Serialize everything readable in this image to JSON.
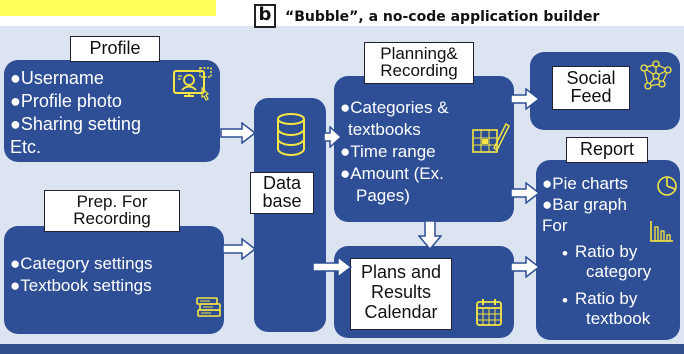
{
  "logo": "b",
  "headline": "“Bubble”, a no-code application builder",
  "colors": {
    "panel": "#2e4f95",
    "background": "#dce4f1",
    "highlight": "#ffff5a",
    "icon": "#f5e642"
  },
  "profile": {
    "title": "Profile",
    "items": [
      "●Username",
      "●Profile photo",
      "●Sharing setting",
      "Etc."
    ],
    "icon": "profile-screen-icon"
  },
  "prep": {
    "title_line1": "Prep. For",
    "title_line2": "Recording",
    "items": [
      "●Category settings",
      "●Textbook settings"
    ],
    "icon": "books-icon"
  },
  "database": {
    "line1": "Data",
    "line2": "base",
    "icon": "database-icon"
  },
  "planning": {
    "title_line1": "Planning&",
    "title_line2": "Recording",
    "items": [
      "●Categories &",
      "textbooks",
      "●Time range",
      "●Amount (Ex.",
      "Pages)"
    ],
    "icon": "writing-chart-icon"
  },
  "social": {
    "line1": "Social",
    "line2": "Feed",
    "icon": "network-icon"
  },
  "calendar": {
    "line1": "Plans and",
    "line2": "Results",
    "line3": "Calendar",
    "icon": "calendar-icon"
  },
  "report": {
    "title": "Report",
    "items": [
      "●Pie charts",
      "●Bar graph",
      "For"
    ],
    "sub_items": [
      "Ratio by",
      "category",
      "Ratio by",
      "textbook"
    ],
    "icons": [
      "pie-chart-icon",
      "bar-chart-icon"
    ]
  }
}
